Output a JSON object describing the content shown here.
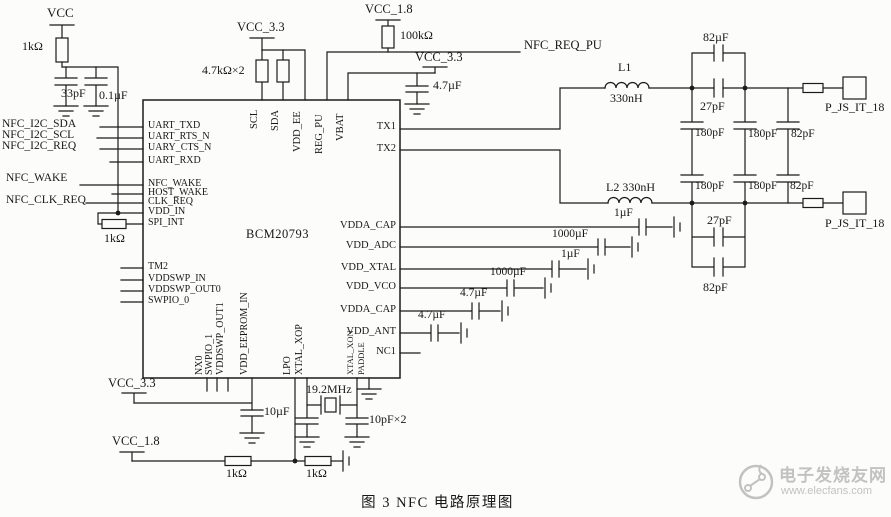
{
  "caption": "图 3  NFC 电路原理图",
  "chip": {
    "part": "BCM20793",
    "left_pins": [
      "UART_TXD",
      "UART_RTS_N",
      "UARY_CTS_N",
      "UART_RXD",
      "NFC_WAKE",
      "HOST_WAKE",
      "CLK_REQ",
      "VDD_IN",
      "SPI_INT",
      "TM2",
      "VDDSWP_IN",
      "VDDSWP_OUT0",
      "SWPIO_0"
    ],
    "top_pins": [
      "SCL",
      "SDA",
      "VDD_EE",
      "REG_PU",
      "VBAT"
    ],
    "right_pins": [
      "TX1",
      "TX2",
      "VDDA_CAP",
      "VDD_ADC",
      "VDD_XTAL",
      "VDD_VCO",
      "VDDA_CAP",
      "VDD_ANT",
      "NC1"
    ],
    "bottom_pins": [
      "NX0",
      "SWPIO_1",
      "VDDSWP_OUT1",
      "VDD_EEPROM_IN",
      "LPO",
      "XTAL_XOP",
      "XTAL_XON",
      "PADDLE"
    ]
  },
  "nets": {
    "vcc": "VCC",
    "vcc33_top": "VCC_3.3",
    "vcc18_top": "VCC_1.8",
    "vcc33_mid": "VCC_3.3",
    "vcc33_bottom": "VCC_3.3",
    "vcc18_bottom": "VCC_1.8",
    "nfc_i2c_sda": "NFC_I2C_SDA",
    "nfc_i2c_scl": "NFC_I2C_SCL",
    "nfc_i2c_req": "NFC_I2C_REQ",
    "nfc_wake": "NFC_WAKE",
    "nfc_clk_req": "NFC_CLK_REQ",
    "nfc_req_pu": "NFC_REQ_PU",
    "conn_top": "P_JS_IT_18",
    "conn_bottom": "P_JS_IT_18"
  },
  "values": {
    "r_vcc_1k": "1kΩ",
    "c_33pf": "33pF",
    "c_01uf": "0.1µF",
    "r_spi_1k": "1kΩ",
    "r_i2c": "4.7kΩ×2",
    "r_100k": "100kΩ",
    "c_47uf_vbat": "4.7µF",
    "l1_name": "L1",
    "l1_value": "330nH",
    "l2": "L2  330nH",
    "c_82uf": "82µF",
    "c_27pf_top": "27pF",
    "c_180pf_1": "180pF",
    "c_180pf_2": "180pF",
    "c_82pf_1": "82pF",
    "c_180pf_3": "180pF",
    "c_180pf_4": "180pF",
    "c_82pf_2": "82pF",
    "c_27pf_bot": "27pF",
    "c_82pf_bot": "82pF",
    "c_1uf_vdda": "1µF",
    "c_1000uf_adc": "1000µF",
    "c_1uf_xtal": "1µF",
    "c_1000uf_vco": "1000µF",
    "c_47uf_vdda2": "4.7µF",
    "c_47uf_ant": "4.7µF",
    "c_10uf": "10µF",
    "xtal_freq": "19.2MHz",
    "c_10pf": "10pF×2",
    "r_1k_b1": "1kΩ",
    "r_1k_b2": "1kΩ"
  },
  "watermark": {
    "name": "电子发烧友网",
    "url": "www.elecfans.com"
  }
}
